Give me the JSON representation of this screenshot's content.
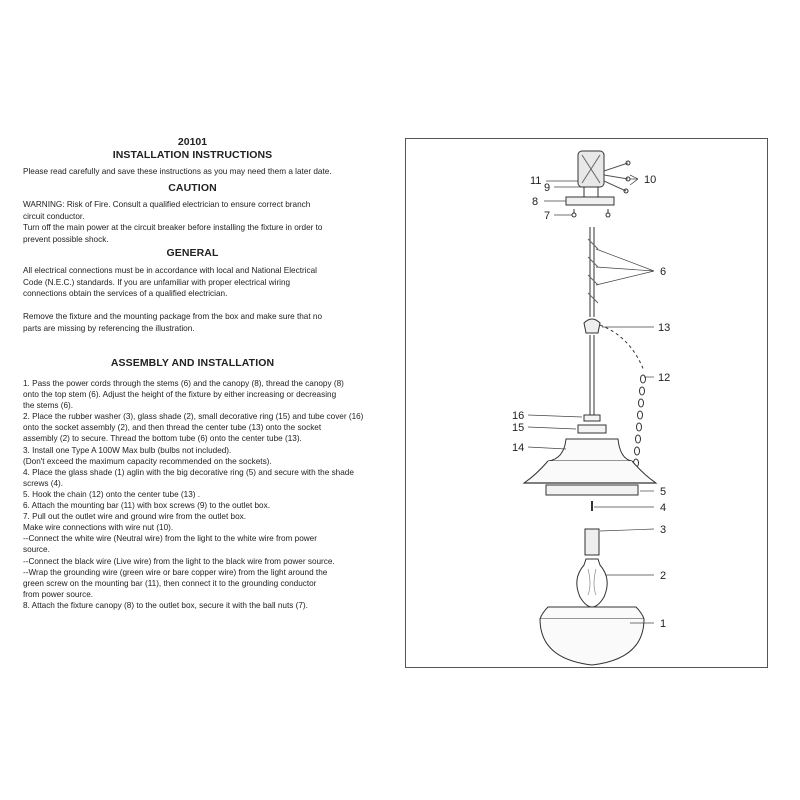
{
  "document": {
    "id": "20101",
    "title": "INSTALLATION INSTRUCTIONS",
    "intro": "Please read carefully and save these instructions as you may need them a later date.",
    "caution": {
      "heading": "CAUTION",
      "lines": [
        "WARNING:  Risk of Fire.  Consult a qualified electrician to ensure correct branch",
        "circuit conductor.",
        "Turn off the main power at the circuit breaker before installing the fixture in order to",
        "prevent possible shock."
      ]
    },
    "general": {
      "heading": "GENERAL",
      "lines": [
        "All electrical connections must be in accordance with local and National Electrical",
        "Code (N.E.C.) standards.  If you are unfamiliar with proper electrical wiring",
        "connections obtain the services of a qualified electrician.",
        "",
        "Remove the fixture and the mounting package from the box and make sure that no",
        "parts are missing by referencing the illustration."
      ]
    },
    "assembly": {
      "heading": "ASSEMBLY AND INSTALLATION",
      "lines": [
        "1. Pass the power cords through the stems (6) and the canopy (8), thread the canopy (8)",
        "    onto the top stem (6). Adjust the height of the fixture by either increasing or decreasing",
        "    the stems (6).",
        "2. Place the rubber washer (3), glass shade (2), small decorative ring (15) and tube cover (16)",
        "    onto the socket assembly (2), and then thread the center tube (13) onto the socket",
        "    assembly (2) to secure. Thread the bottom tube (6) onto the center tube (13).",
        "3. Install one Type A 100W Max bulb (bulbs not included).",
        "  (Don't exceed the maximum capacity recommended on the sockets).",
        "4. Place the glass shade (1) aglin with the big decorative ring (5) and secure with the shade",
        "    screws (4).",
        "5. Hook the chain (12) onto the center tube (13) .",
        "6. Attach the mounting bar (11) with box screws (9) to the outlet box.",
        "7. Pull out the outlet wire and ground wire from the outlet box.",
        "    Make wire connections with wire nut (10).",
        "    --Connect the white wire (Neutral wire)  from the light to the white wire from power",
        "        source.",
        "    --Connect the black wire (Live wire) from the light to the black wire from power source.",
        "    --Wrap the grounding wire (green wire or bare copper wire) from the light around the",
        "        green screw on the mounting bar (11), then connect it to the grounding conductor",
        "        from power source.",
        "8. Attach the fixture canopy (8) to the outlet box, secure it with the ball nuts (7)."
      ]
    }
  },
  "diagram": {
    "callouts": [
      "11",
      "9",
      "10",
      "8",
      "7",
      "6",
      "13",
      "12",
      "16",
      "15",
      "14",
      "5",
      "4",
      "3",
      "2",
      "1"
    ]
  }
}
